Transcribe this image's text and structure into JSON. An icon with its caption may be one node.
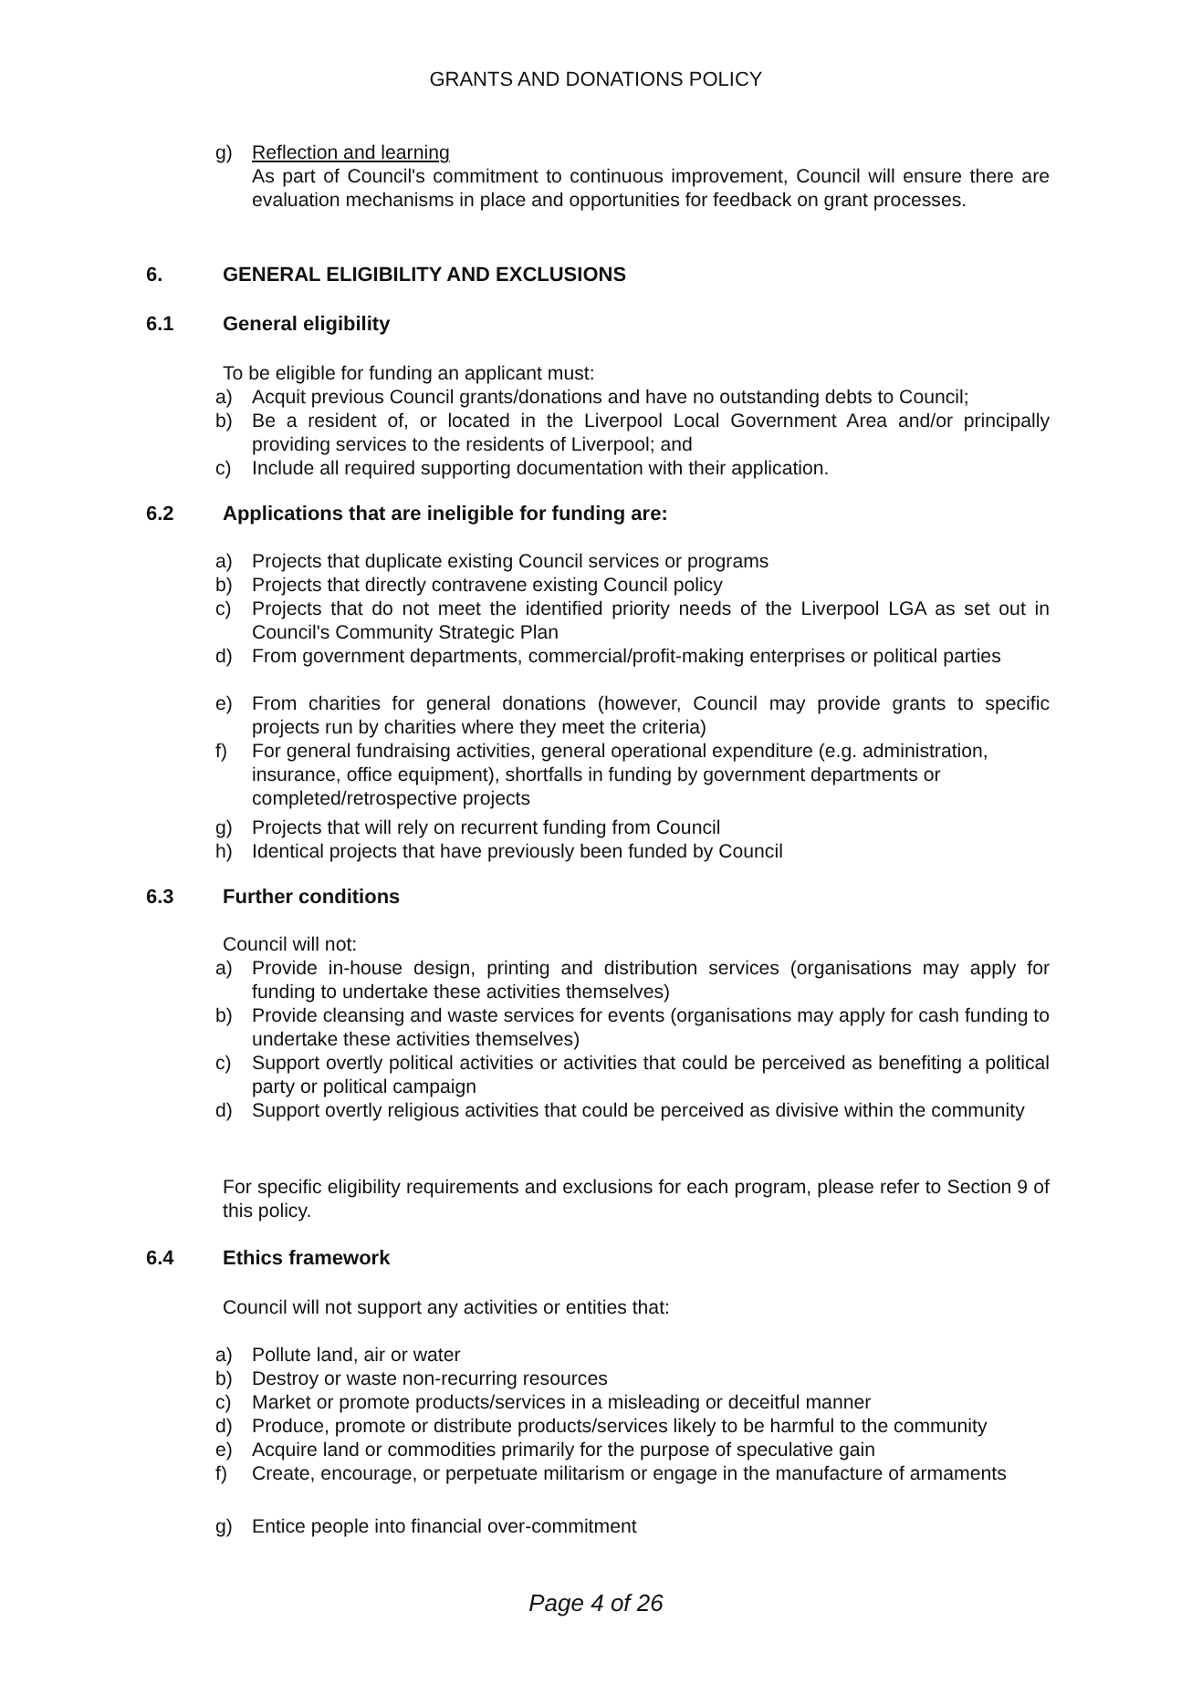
{
  "diagram": {
    "title": "GRANTS AND DONATIONS POLICY",
    "labels": [
      "g)",
      "Reflection and learning",
      "As part of Council's commitment to continuous improvement, Council will ensure there are evaluation mechanisms in place and opportunities for feedback on grant processes.",
      "6.",
      "GENERAL ELIGIBILITY AND EXCLUSIONS",
      "6.1",
      "General eligibility",
      "To be eligible for funding an applicant must:",
      "a)",
      "Acquit previous Council grants/donations and have no outstanding debts to Council;",
      "b)",
      "Be a resident of, or located in the Liverpool Local Government Area and/or principally providing services to the residents of Liverpool; and",
      "c)",
      "Include all required supporting documentation with their application.",
      "6.2",
      "Applications that are ineligible for funding are:",
      "a)",
      "Projects that duplicate existing Council services or programs",
      "b)",
      "Projects that directly contravene existing Council policy",
      "c)",
      "Projects that do not meet the identified priority needs of the Liverpool LGA as set out in Council's Community Strategic Plan",
      "d)",
      "From government departments, commercial/profit-making enterprises or political parties",
      "e)",
      "From charities for general donations (however, Council may provide grants to specific projects run by charities where they meet the criteria)",
      "f)",
      "For general fundraising activities, general operational expenditure (e.g. administration, insurance, office equipment), shortfalls in funding by government departments or completed/retrospective projects",
      "g)",
      "Projects that will rely on recurrent funding from Council",
      "h)",
      "Identical projects that have previously been funded by Council",
      "6.3",
      "Further conditions",
      "Council will not:",
      "a)",
      "Provide in-house design, printing and distribution services (organisations may apply for funding to undertake these activities themselves)",
      "b)",
      "Provide cleansing and waste services for events (organisations may apply for cash funding to undertake these activities themselves)",
      "c)",
      "Support overtly political activities or activities that could be perceived as benefiting a political party or political campaign",
      "d)",
      "Support overtly religious activities that could be perceived as divisive within the community",
      "For specific eligibility requirements and exclusions for each program, please refer to Section 9 of this policy.",
      "6.4",
      "Ethics framework",
      "Council will not support any activities or entities that:",
      "a)",
      "Pollute land, air or water",
      "b)",
      "Destroy or waste non-recurring resources",
      "c)",
      "Market or promote products/services in a misleading or deceitful manner",
      "d)",
      "Produce, promote or distribute products/services likely to be harmful to the community",
      "e)",
      "Acquire land or commodities primarily for the purpose of speculative gain",
      "f)",
      "Create, encourage, or perpetuate militarism or engage in the manufacture of armaments",
      "g)",
      "Entice people into financial over-commitment",
      "Page 4 of 26"
    ]
  }
}
